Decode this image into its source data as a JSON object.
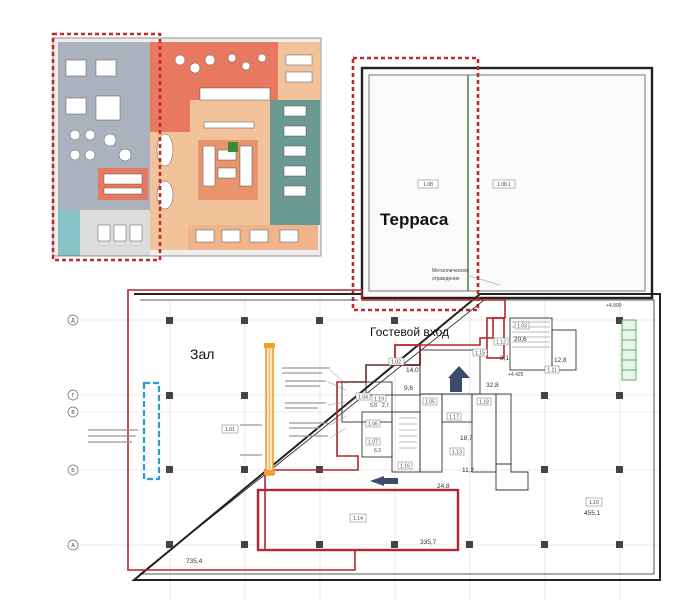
{
  "labels": {
    "terrace": "Терраса",
    "guest_entrance": "Гостевой вход",
    "hall": "Зал"
  },
  "axes": {
    "grid_rows": [
      "Д",
      "Г",
      "В",
      "Б",
      "А"
    ]
  },
  "room_tags": {
    "terrace_a": "1.08",
    "terrace_b": "1.08.1",
    "hall": "1.01",
    "hall_right": "1.10",
    "r102": "1.02",
    "r103": "1.03",
    "r104": "1.04",
    "r105": "1.05",
    "r106": "1.06",
    "r107": "1.07",
    "r111": "1.11",
    "r112": "1.12",
    "r113": "1.13",
    "r114": "1.14",
    "r115": "1.15",
    "r116": "1.16",
    "r117": "1.17",
    "r118": "1.18",
    "r119": "1.19"
  },
  "areas": {
    "hall": "735,4",
    "hall_right": "455,1",
    "lower_room": "335,7",
    "a_14": "14,0",
    "a_9_6": "9,6",
    "a_32_8": "32,8",
    "a_20_6": "20,6",
    "a_12_8": "12,8",
    "a_8_1": "8,1",
    "a_18_7": "18,7",
    "a_24_8": "24,8",
    "a_11_2": "11,2",
    "a_5_8": "5,8",
    "a_2_7": "2,7",
    "a_6_3": "6,3"
  },
  "levels": {
    "entry": "+4,900",
    "stair": "+4,425"
  },
  "annotations": {
    "metal_fence_1": "Металлическое",
    "metal_fence_2": "ограждение"
  },
  "colors": {
    "red_outline": "#b5252b",
    "blue_dashed": "#2b9bd6",
    "orange_beam": "#f0a030",
    "arrow": "#3b4b6b",
    "thumb_salmon": "#e8785f",
    "thumb_peach": "#f2c29a",
    "thumb_grey": "#9aa3ad",
    "thumb_teal": "#6b9a92"
  }
}
